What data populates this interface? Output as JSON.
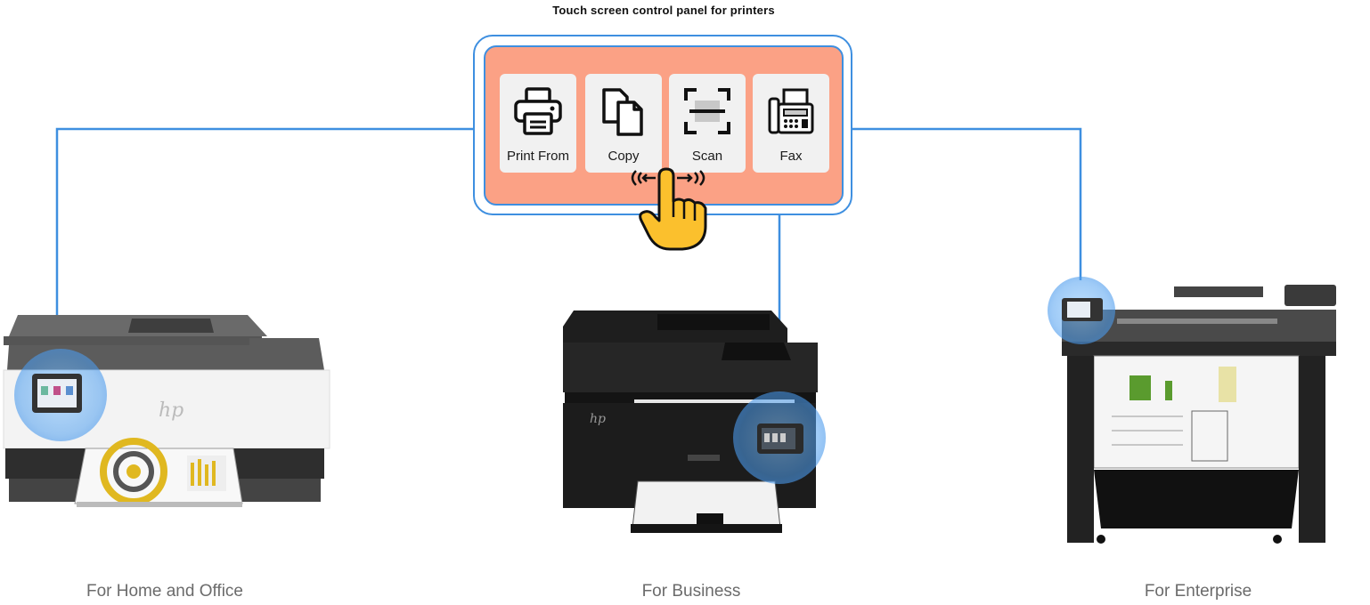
{
  "title": "Touch screen control panel for printers",
  "control_panel": {
    "buttons": [
      {
        "label": "Print From",
        "icon": "printer-icon"
      },
      {
        "label": "Copy",
        "icon": "copy-icon"
      },
      {
        "label": "Scan",
        "icon": "scan-icon"
      },
      {
        "label": "Fax",
        "icon": "fax-icon"
      }
    ],
    "gesture_icon": "tap-hand-icon"
  },
  "printers": [
    {
      "caption": "For Home and Office",
      "icon": "home-office-printer-icon"
    },
    {
      "caption": "For Business",
      "icon": "business-printer-icon"
    },
    {
      "caption": "For Enterprise",
      "icon": "enterprise-plotter-icon"
    }
  ],
  "colors": {
    "connector": "#3e8fe0",
    "panel_fill": "#fba185",
    "tile_fill": "#f1f1f1",
    "hand": "#fbc02d"
  }
}
